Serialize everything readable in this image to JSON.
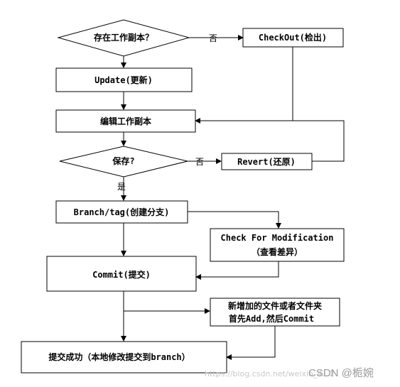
{
  "nodes": {
    "exists_decision": "存在工作副本？",
    "checkout": "CheckOut(检出)",
    "update": "Update(更新)",
    "edit": "编辑工作副本",
    "save_decision": "保存?",
    "revert": "Revert(还原)",
    "branch": "Branch/tag(创建分支)",
    "check_mod_line1": "Check For Modification",
    "check_mod_line2": "（查看差异）",
    "commit": "Commit(提交)",
    "new_file_line1": "新增加的文件或者文件夹",
    "new_file_line2": "首先Add,然后Commit",
    "success": "提交成功（本地修改提交到branch）"
  },
  "edge_labels": {
    "no_1": "否",
    "no_2": "否",
    "yes": "是"
  },
  "watermark": {
    "url": "https://blog.csdn.net/weixin_4...2",
    "brand": "CSDN @栀婉"
  }
}
